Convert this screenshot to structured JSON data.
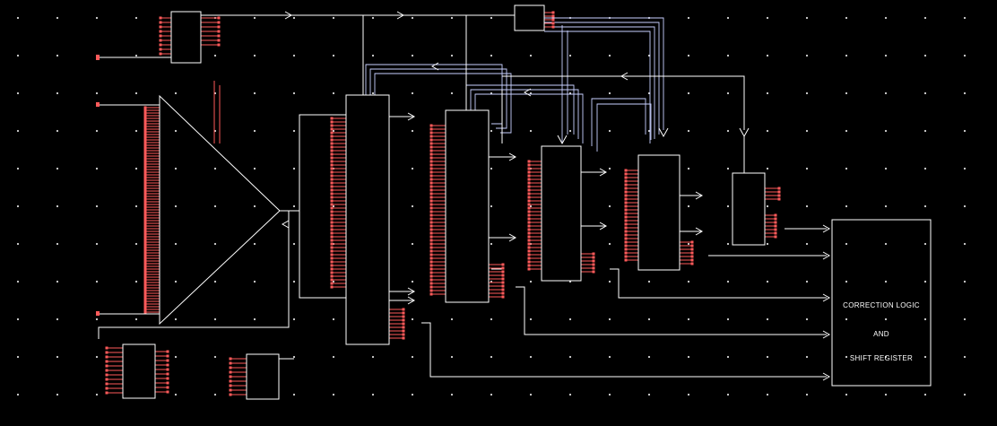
{
  "diagram": {
    "background_color": "#000000",
    "wire_color": "#ffffff",
    "bus_color": "#c8d0ff",
    "pin_color": "#ff5a5a",
    "grid_dot_color": "#d8d8d8"
  },
  "correction_block": {
    "line1": "CORRECTION LOGIC",
    "line2": "AND",
    "line3": "SHIFT REGISTER"
  }
}
